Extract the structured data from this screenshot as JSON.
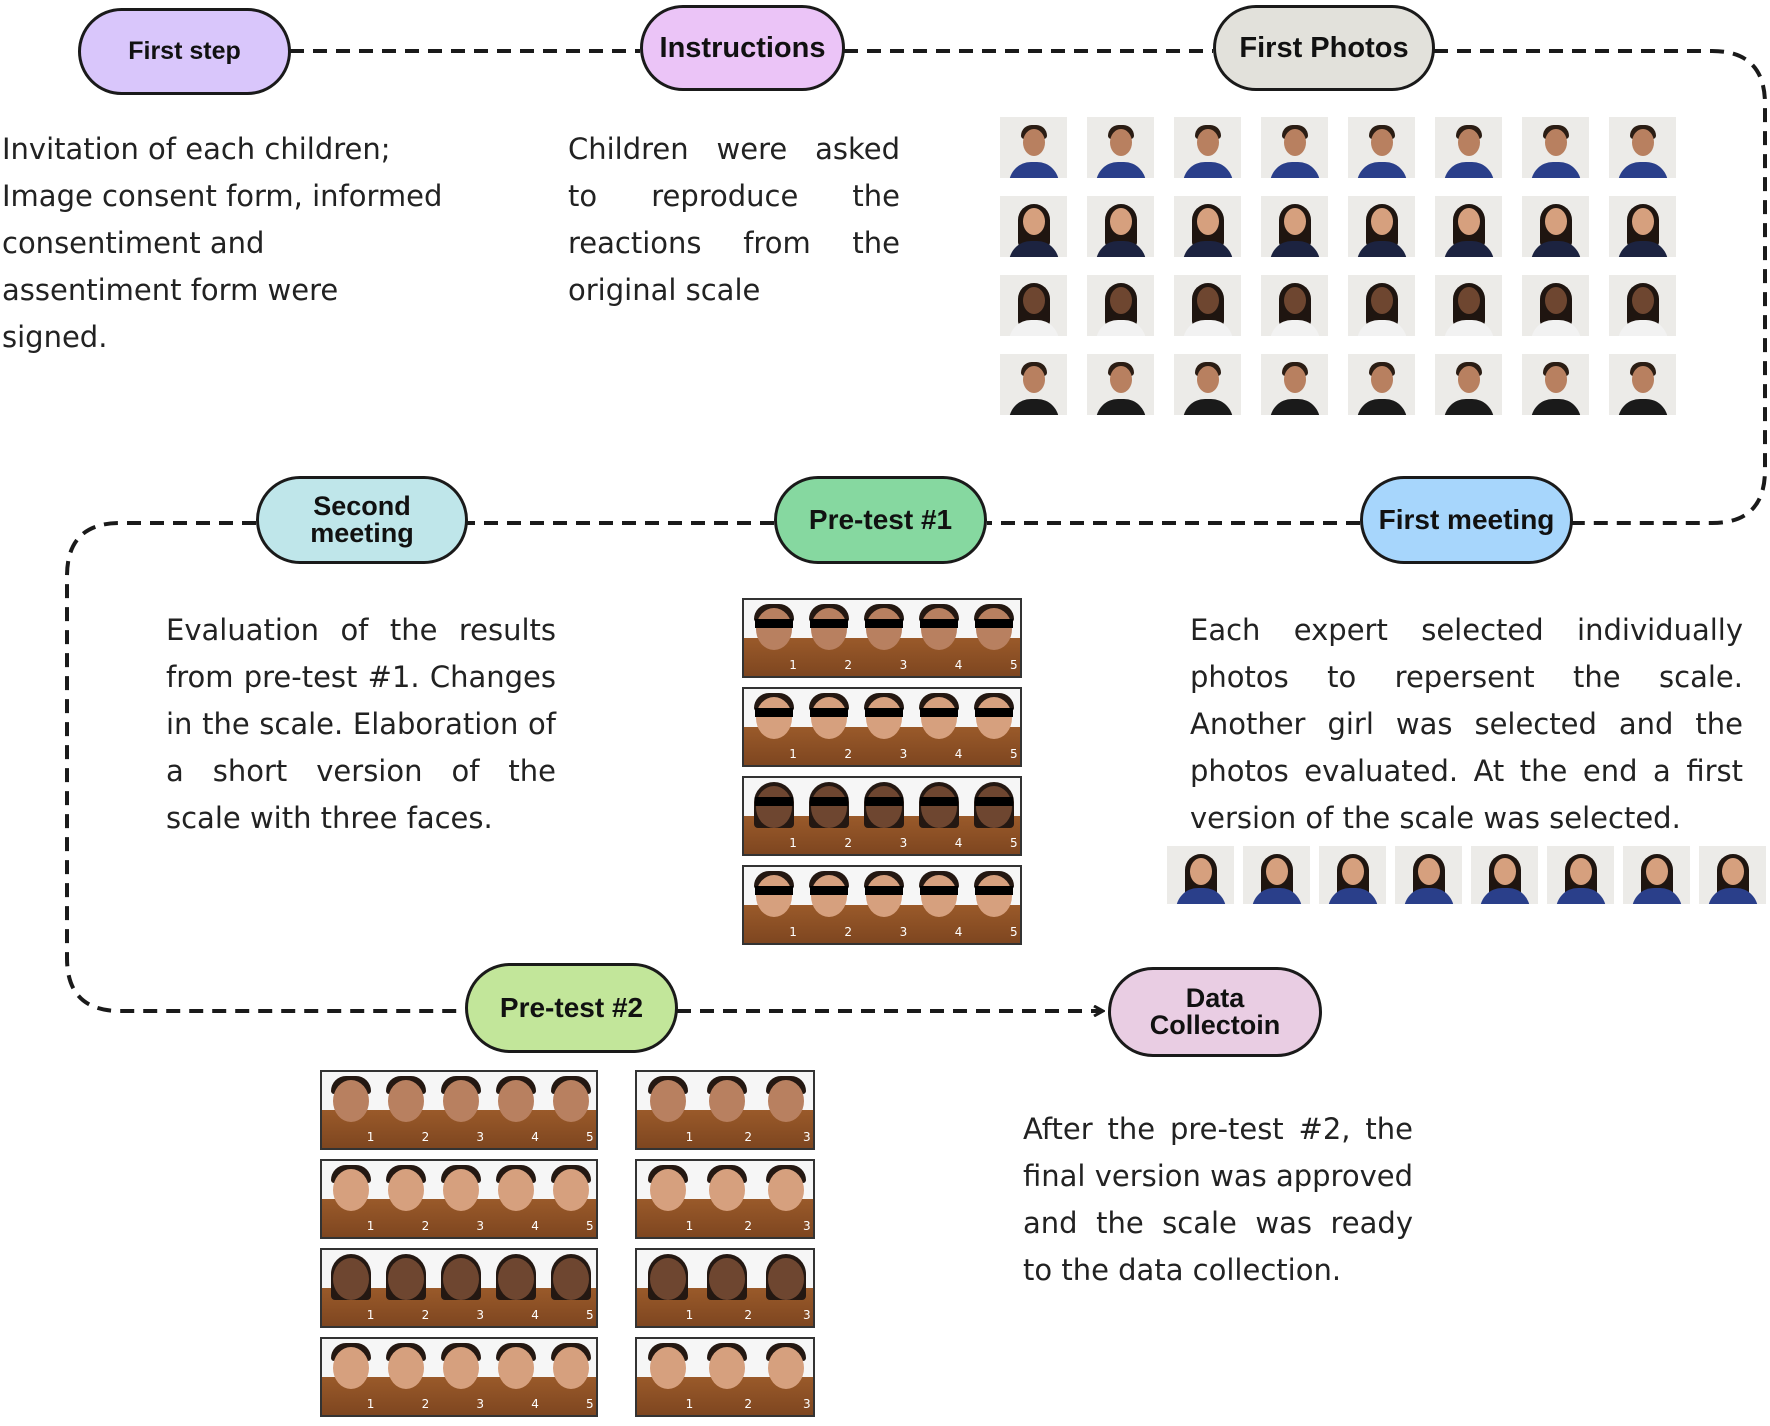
{
  "nodes": {
    "first_step": {
      "label": "First step",
      "color": "#d9c6fb"
    },
    "instructions": {
      "label": "Instructions",
      "color": "#ebc4f7"
    },
    "first_photos": {
      "label": "First Photos",
      "color": "#e2e1db"
    },
    "first_meeting": {
      "label": "First meeting",
      "color": "#a7d6fc"
    },
    "pretest1": {
      "label": "Pre-test #1",
      "color": "#86d8a0"
    },
    "second_meeting": {
      "label_line1": "Second",
      "label_line2": "meeting",
      "color": "#bfe6ea"
    },
    "pretest2": {
      "label": "Pre-test #2",
      "color": "#c2e69a"
    },
    "data_collection": {
      "label_line1": "Data",
      "label_line2": "Collectoin",
      "color": "#e9cde3"
    }
  },
  "descriptions": {
    "first_step": "Invitation of each children; Image consent form, informed consentiment and assentiment form were signed.",
    "instructions": "Children were asked to reproduce the reactions from the original scale",
    "first_meeting": "Each expert selected individually photos to repersent the scale. Another girl was selected and the photos evaluated. At the end a first version of the scale was selected.",
    "second_meeting": "Evaluation of the results from pre-test #1. Changes in the scale. Elaboration of a short version of the scale with three faces.",
    "data_collection": "After the pre-test #2, the final version was approved and the scale was ready to the data collection."
  },
  "scale_numbers": {
    "five": [
      "1",
      "2",
      "3",
      "4",
      "5"
    ],
    "three": [
      "1",
      "2",
      "3"
    ]
  },
  "colors": {
    "connector": "#1a1a1a",
    "skin_tones": [
      "#b88060",
      "#8a5a3c",
      "#6e4630",
      "#d6a07e"
    ],
    "wood": "#8a4f24"
  }
}
